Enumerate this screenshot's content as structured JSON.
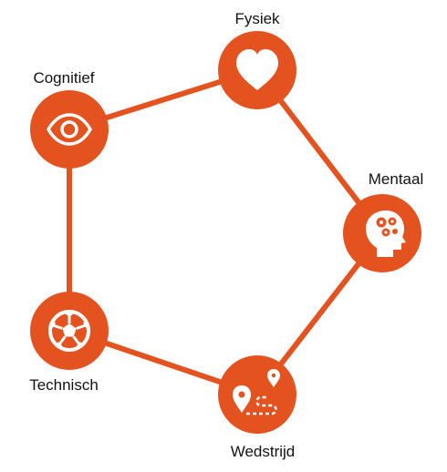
{
  "colors": {
    "accent": "#E4531F",
    "icon": "#ffffff",
    "text": "#111111"
  },
  "nodes": [
    {
      "label": "Fysiek",
      "icon": "heart-icon"
    },
    {
      "label": "Mentaal",
      "icon": "head-gears-icon"
    },
    {
      "label": "Wedstrijd",
      "icon": "route-pins-icon"
    },
    {
      "label": "Technisch",
      "icon": "football-icon"
    },
    {
      "label": "Cognitief",
      "icon": "eye-icon"
    }
  ]
}
